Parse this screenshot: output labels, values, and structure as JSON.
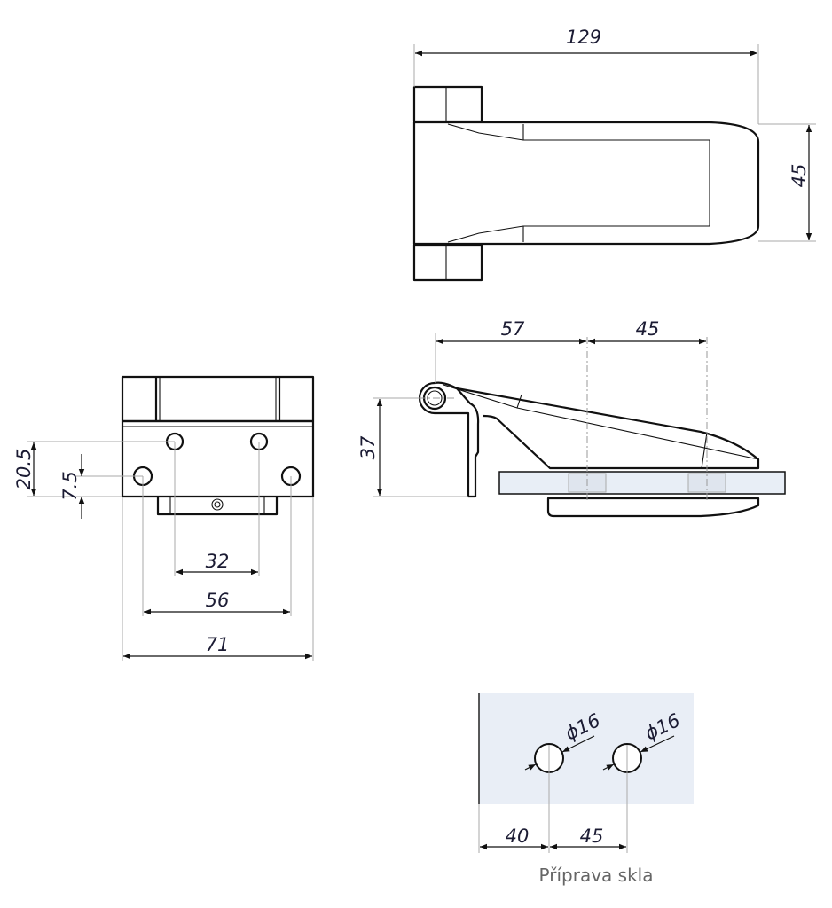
{
  "top_view": {
    "width_dim": "129",
    "height_dim": "45"
  },
  "side_view": {
    "dim_pivot_to_hole1": "57",
    "dim_hole_spacing": "45",
    "dim_height": "37"
  },
  "front_view": {
    "dim_upper_hole_height": "20.5",
    "dim_lower_hole_height": "7.5",
    "dim_upper_spacing": "32",
    "dim_lower_spacing": "56",
    "dim_total_width": "71"
  },
  "glass_prep": {
    "hole1_diameter": "ϕ16",
    "hole2_diameter": "ϕ16",
    "dim_edge_to_hole": "40",
    "dim_hole_spacing": "45",
    "caption": "Příprava skla"
  },
  "colors": {
    "glass": "#e8eef6",
    "line": "#111111",
    "dim_text": "#1b1b33"
  }
}
